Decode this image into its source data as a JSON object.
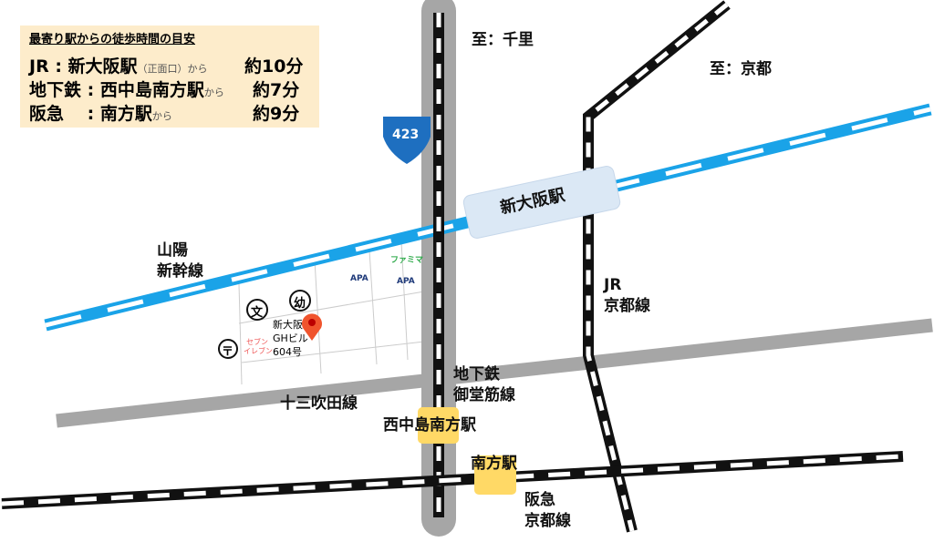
{
  "legend": {
    "title": "最寄り駅からの徒歩時間の目安",
    "rows": [
      {
        "line": "JR : 新大阪駅",
        "note": "（正面口）から",
        "time": "約10分"
      },
      {
        "line": "地下鉄 : 西中島南方駅",
        "note": "から",
        "time": "約7分"
      },
      {
        "line": "阪急　 : 南方駅",
        "note": "から",
        "time": "約9分"
      }
    ]
  },
  "labels": {
    "senri": "至：千里",
    "kyoto": "至：京都",
    "route": "423",
    "shin_osaka": "新大阪駅",
    "sanyo": "山陽",
    "shinkansen": "新幹線",
    "jr": "JR",
    "jr_kyoto": "京都線",
    "subway": "地下鉄",
    "midosuji": "御堂筋線",
    "juso": "十三吹田線",
    "nishinakajima": "西中島南方駅",
    "minamikata": "南方駅",
    "hankyu": "阪急",
    "hankyu_kyoto": "京都線"
  },
  "poi": {
    "famima": "ファミマ",
    "apa1": "APA",
    "apa2": "APA",
    "school": "文",
    "kinder": "幼",
    "post": "〒",
    "seven1": "セブン",
    "seven2": "イレブン",
    "bldg1": "新大阪",
    "bldg2": "GHビル",
    "bldg3": "604号"
  },
  "colors": {
    "shinkansen": "#1aa3e8",
    "road": "#a6a6a6",
    "station": "#ffd966",
    "pin": "#f0542d",
    "route": "#1e6fc0"
  }
}
